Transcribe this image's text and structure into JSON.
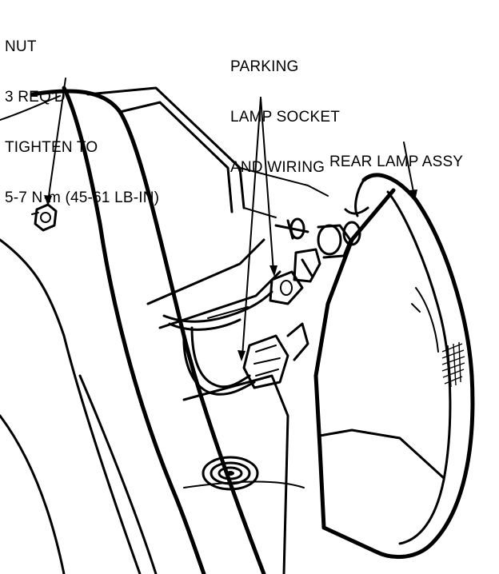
{
  "callouts": {
    "nut": {
      "line1": "NUT",
      "line2": "3 REQ'D",
      "line3": "TIGHTEN TO",
      "line4": "5-7 N·m (45-61 LB-IN)"
    },
    "parking": {
      "line1": "PARKING",
      "line2": "LAMP SOCKET",
      "line3": "AND WIRING"
    },
    "rear_lamp": {
      "line1": "REAR LAMP ASSY"
    }
  },
  "colors": {
    "ink": "#000000",
    "paper": "#ffffff"
  }
}
